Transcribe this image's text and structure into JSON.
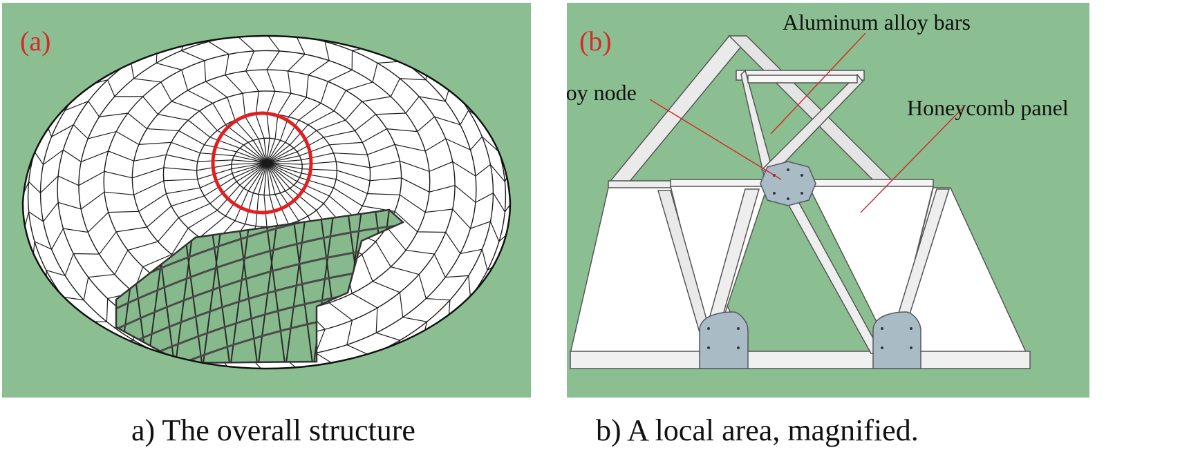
{
  "panel_a": {
    "letter": "(a)",
    "caption": "a) The overall structure"
  },
  "panel_b": {
    "letter": "(b)",
    "caption": "b) A local area, magnified.",
    "labels": {
      "bars": "Aluminum alloy bars",
      "node": "Aluminum alloy node",
      "panel": "Honeycomb panel"
    }
  },
  "colors": {
    "background": "#8bbf91",
    "panel_letter": "#d42a2a",
    "highlight_circle": "#e02020",
    "callout_line": "#d42a2a",
    "node_fill": "#a9bcc6"
  }
}
